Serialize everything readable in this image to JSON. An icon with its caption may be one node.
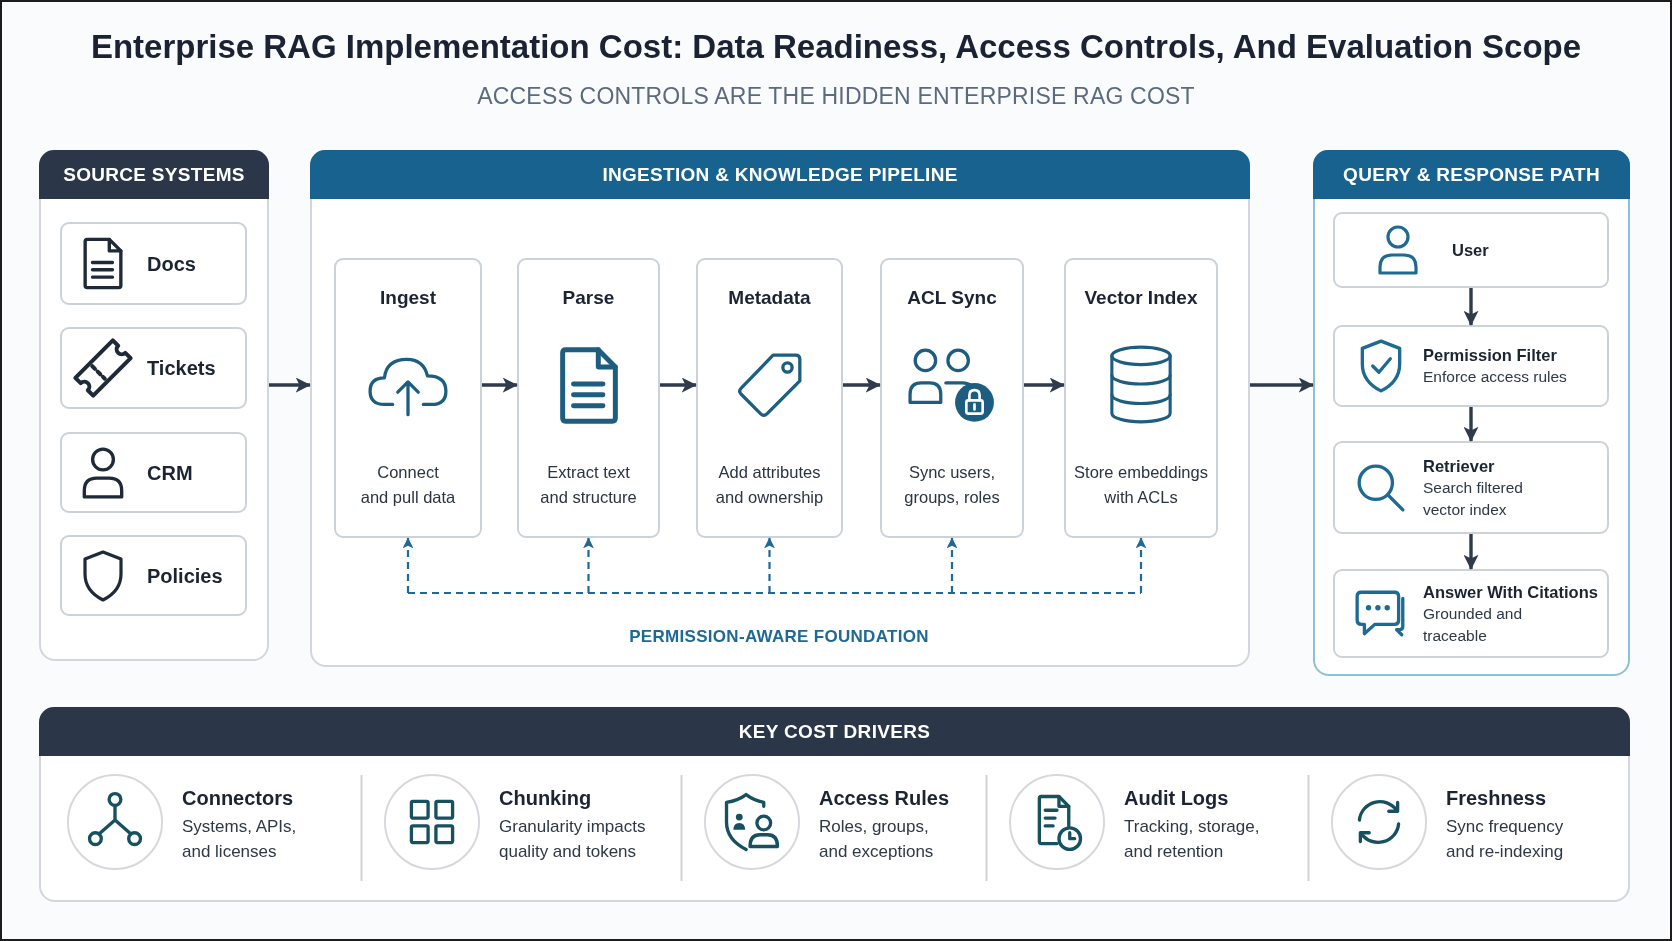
{
  "diagram": {
    "title": "Enterprise RAG Implementation Cost: Data Readiness, Access Controls, And Evaluation Scope",
    "nodes": [
      {
        "text": [
          "SOURCE SYSTEMS"
        ]
      },
      {
        "text": [
          "Docs"
        ],
        "in": 0
      },
      {
        "text": [
          "Tickets"
        ],
        "in": 0
      },
      {
        "text": [
          "CRM"
        ],
        "in": 0
      },
      {
        "text": [
          "Policies"
        ],
        "in": 0
      },
      {
        "text": [
          "INGESTION & KNOWLEDGE PIPELINE"
        ]
      },
      {
        "text": [
          "Ingest",
          "Connect and pull data"
        ],
        "in": 5
      },
      {
        "text": [
          "Parse",
          "Extract text and structure"
        ],
        "in": 5
      },
      {
        "text": [
          "Metadata",
          "Add attributes and ownership"
        ],
        "in": 5
      },
      {
        "text": [
          "ACL Sync",
          "Sync users, groups, roles"
        ],
        "in": 5
      },
      {
        "text": [
          "Vector Index",
          "Store embeddings with ACLs"
        ],
        "in": 5
      },
      {
        "text": [
          "QUERY & RESPONSE PATH"
        ]
      },
      {
        "text": [
          "User"
        ],
        "in": 11
      },
      {
        "text": [
          "Permission Filter",
          "Enforce access rules"
        ],
        "in": 11
      },
      {
        "text": [
          "Retriever",
          "Search filtered vector index"
        ],
        "in": 11
      },
      {
        "text": [
          "Answer With Citations",
          "Grounded and traceable"
        ],
        "in": 11
      },
      {
        "text": [
          "KEY COST DRIVERS"
        ]
      },
      {
        "text": [
          "Connectors",
          "Systems, APIs, and licenses"
        ],
        "in": 16
      },
      {
        "text": [
          "Chunking",
          "Granularity impacts quality and tokens"
        ],
        "in": 16
      },
      {
        "text": [
          "Access Rules",
          "Roles, groups, and exceptions"
        ],
        "in": 16
      },
      {
        "text": [
          "Audit Logs",
          "Tracking, storage, and retention"
        ],
        "in": 16
      },
      {
        "text": [
          "Freshness",
          "Sync frequency and re-indexing"
        ],
        "in": 16
      }
    ],
    "edges": [
      {
        "from": 0,
        "to": 5,
        "arrow": "to"
      },
      {
        "from": 6,
        "to": 7,
        "arrow": "to"
      },
      {
        "from": 7,
        "to": 8,
        "arrow": "to"
      },
      {
        "from": 8,
        "to": 9,
        "arrow": "to"
      },
      {
        "from": 9,
        "to": 10,
        "arrow": "to"
      },
      {
        "from": 5,
        "to": 11,
        "arrow": "to"
      },
      {
        "from": 12,
        "to": 13,
        "arrow": "to"
      },
      {
        "from": 13,
        "to": 14,
        "arrow": "to"
      },
      {
        "from": 14,
        "to": 15,
        "arrow": "to"
      },
      {
        "from": null,
        "to": 6,
        "arrow": "to",
        "style": "dashed",
        "color": "#1f6a94"
      },
      {
        "from": null,
        "to": 7,
        "arrow": "to",
        "style": "dashed",
        "color": "#1f6a94"
      },
      {
        "from": null,
        "to": 8,
        "arrow": "to",
        "style": "dashed",
        "color": "#1f6a94"
      },
      {
        "from": null,
        "to": 9,
        "arrow": "to",
        "style": "dashed",
        "color": "#1f6a94"
      },
      {
        "from": null,
        "to": 10,
        "arrow": "to",
        "style": "dashed",
        "color": "#1f6a94"
      }
    ],
    "labels": [
      "ACCESS CONTROLS ARE THE HIDDEN ENTERPRISE RAG COST",
      "PERMISSION-AWARE FOUNDATION"
    ]
  }
}
